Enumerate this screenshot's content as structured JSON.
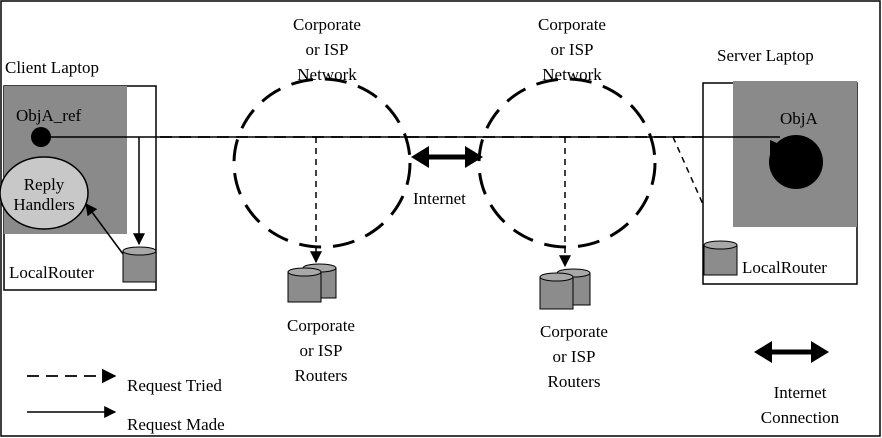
{
  "client": {
    "title": "Client Laptop",
    "obj_ref": "ObjA_ref",
    "reply_handler": [
      "Reply",
      "Handlers"
    ],
    "local_router": "LocalRouter"
  },
  "server": {
    "title": "Server Laptop",
    "obj": "ObjA",
    "local_router": "LocalRouter"
  },
  "networks": [
    {
      "label": [
        "Corporate",
        "or ISP",
        "Network"
      ],
      "routers_label": [
        "Corporate",
        "or ISP",
        "Routers"
      ]
    },
    {
      "label": [
        "Corporate",
        "or ISP",
        "Network"
      ],
      "routers_label": [
        "Corporate",
        "or ISP",
        "Routers"
      ]
    }
  ],
  "internet_label": "Internet",
  "legend": {
    "request_tried": "Request Tried",
    "request_made": "Request Made",
    "internet_connection": [
      "Internet",
      "Connection"
    ]
  },
  "colors": {
    "gray_panel": "#8a8a8a",
    "router_fill": "#8c8c8c",
    "handler_fill": "#c8c8c8",
    "line": "#000000"
  }
}
